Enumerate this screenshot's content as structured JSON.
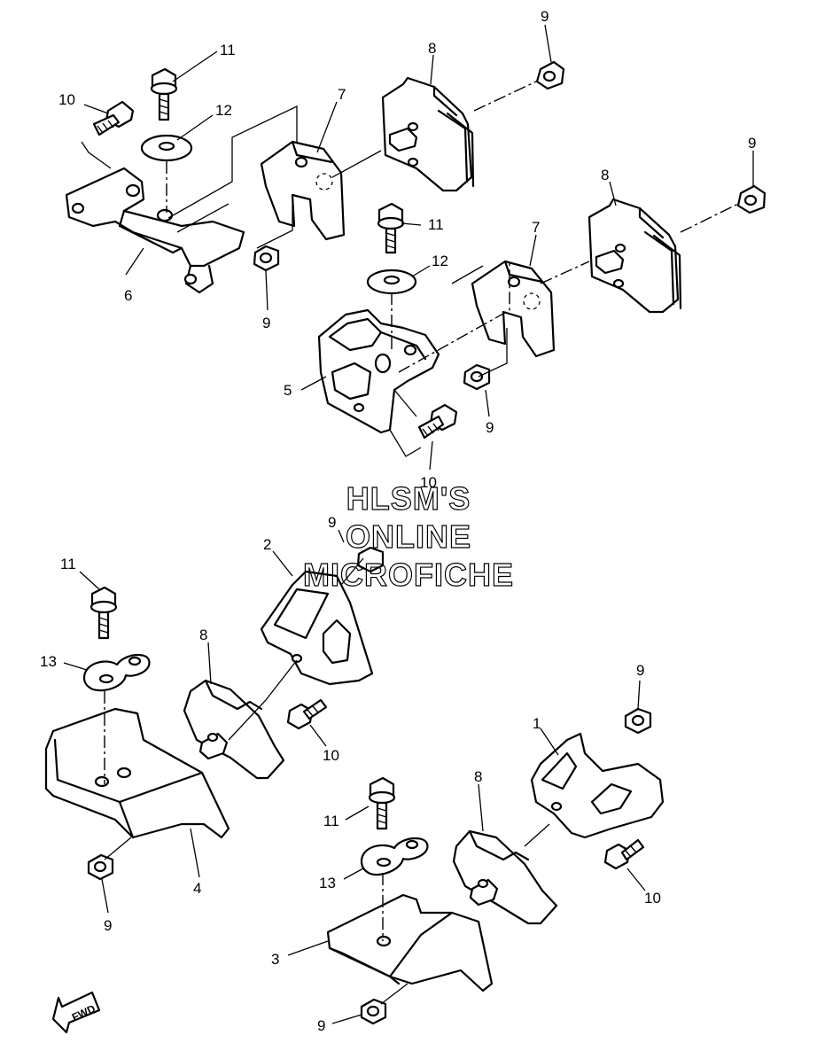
{
  "watermark": {
    "line1": "HLSM'S",
    "line2": "ONLINE",
    "line3": "MICROFICHE"
  },
  "direction_arrow": {
    "label": "FWD",
    "icon": "fwd-arrow-icon"
  },
  "callouts": {
    "c1": "1",
    "c2": "2",
    "c3": "3",
    "c4": "4",
    "c5": "5",
    "c6": "6",
    "c7a": "7",
    "c7b": "7",
    "c8a": "8",
    "c8b": "8",
    "c8c": "8",
    "c8d": "8",
    "c9a": "9",
    "c9b": "9",
    "c9c": "9",
    "c9d": "9",
    "c9e": "9",
    "c9f": "9",
    "c9g": "9",
    "c9h": "9",
    "c10a": "10",
    "c10b": "10",
    "c10c": "10",
    "c10d": "10",
    "c11a": "11",
    "c11b": "11",
    "c11c": "11",
    "c11d": "11",
    "c12a": "12",
    "c12b": "12",
    "c13a": "13",
    "c13b": "13"
  }
}
